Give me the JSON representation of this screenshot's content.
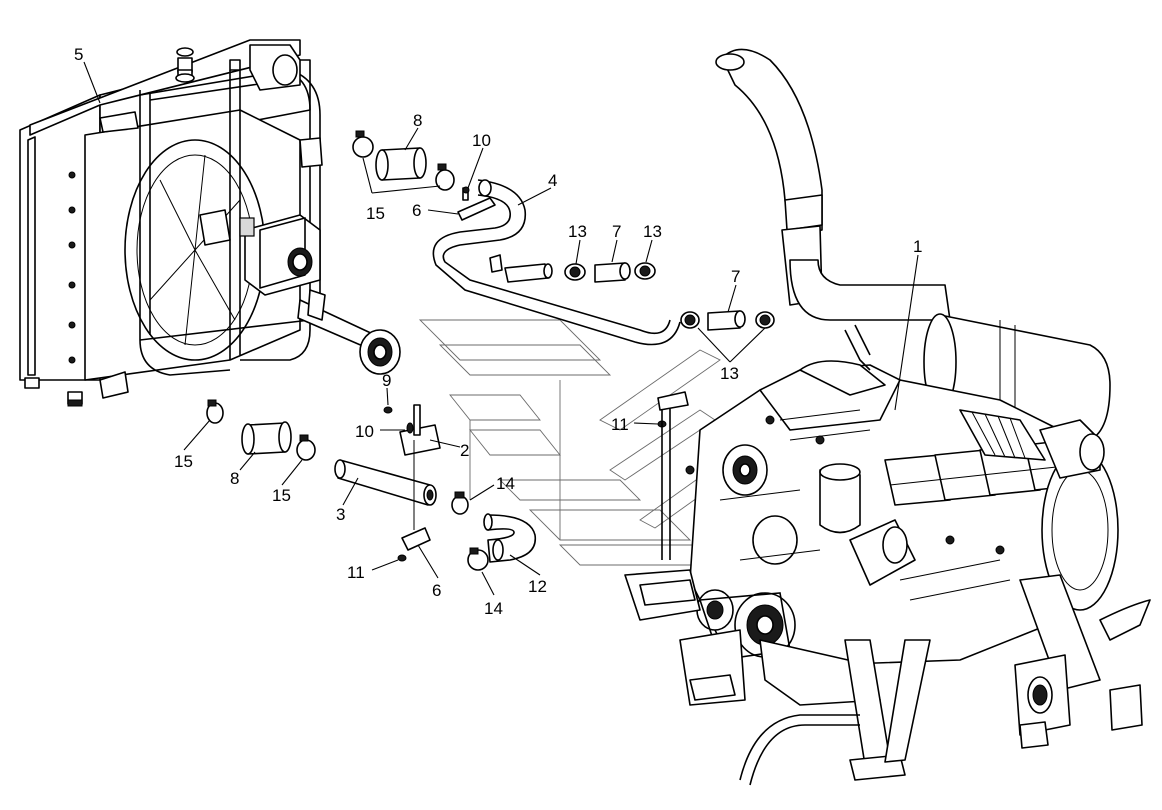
{
  "callouts": {
    "c1": "1",
    "c2": "2",
    "c3": "3",
    "c4": "4",
    "c5": "5",
    "c6a": "6",
    "c6b": "6",
    "c7a": "7",
    "c7b": "7",
    "c8a": "8",
    "c8b": "8",
    "c9": "9",
    "c10a": "10",
    "c10b": "10",
    "c11a": "11",
    "c11b": "11",
    "c12": "12",
    "c13a": "13",
    "c13b": "13",
    "c13c": "13",
    "c14a": "14",
    "c14b": "14",
    "c15a": "15",
    "c15b": "15",
    "c15c": "15"
  }
}
